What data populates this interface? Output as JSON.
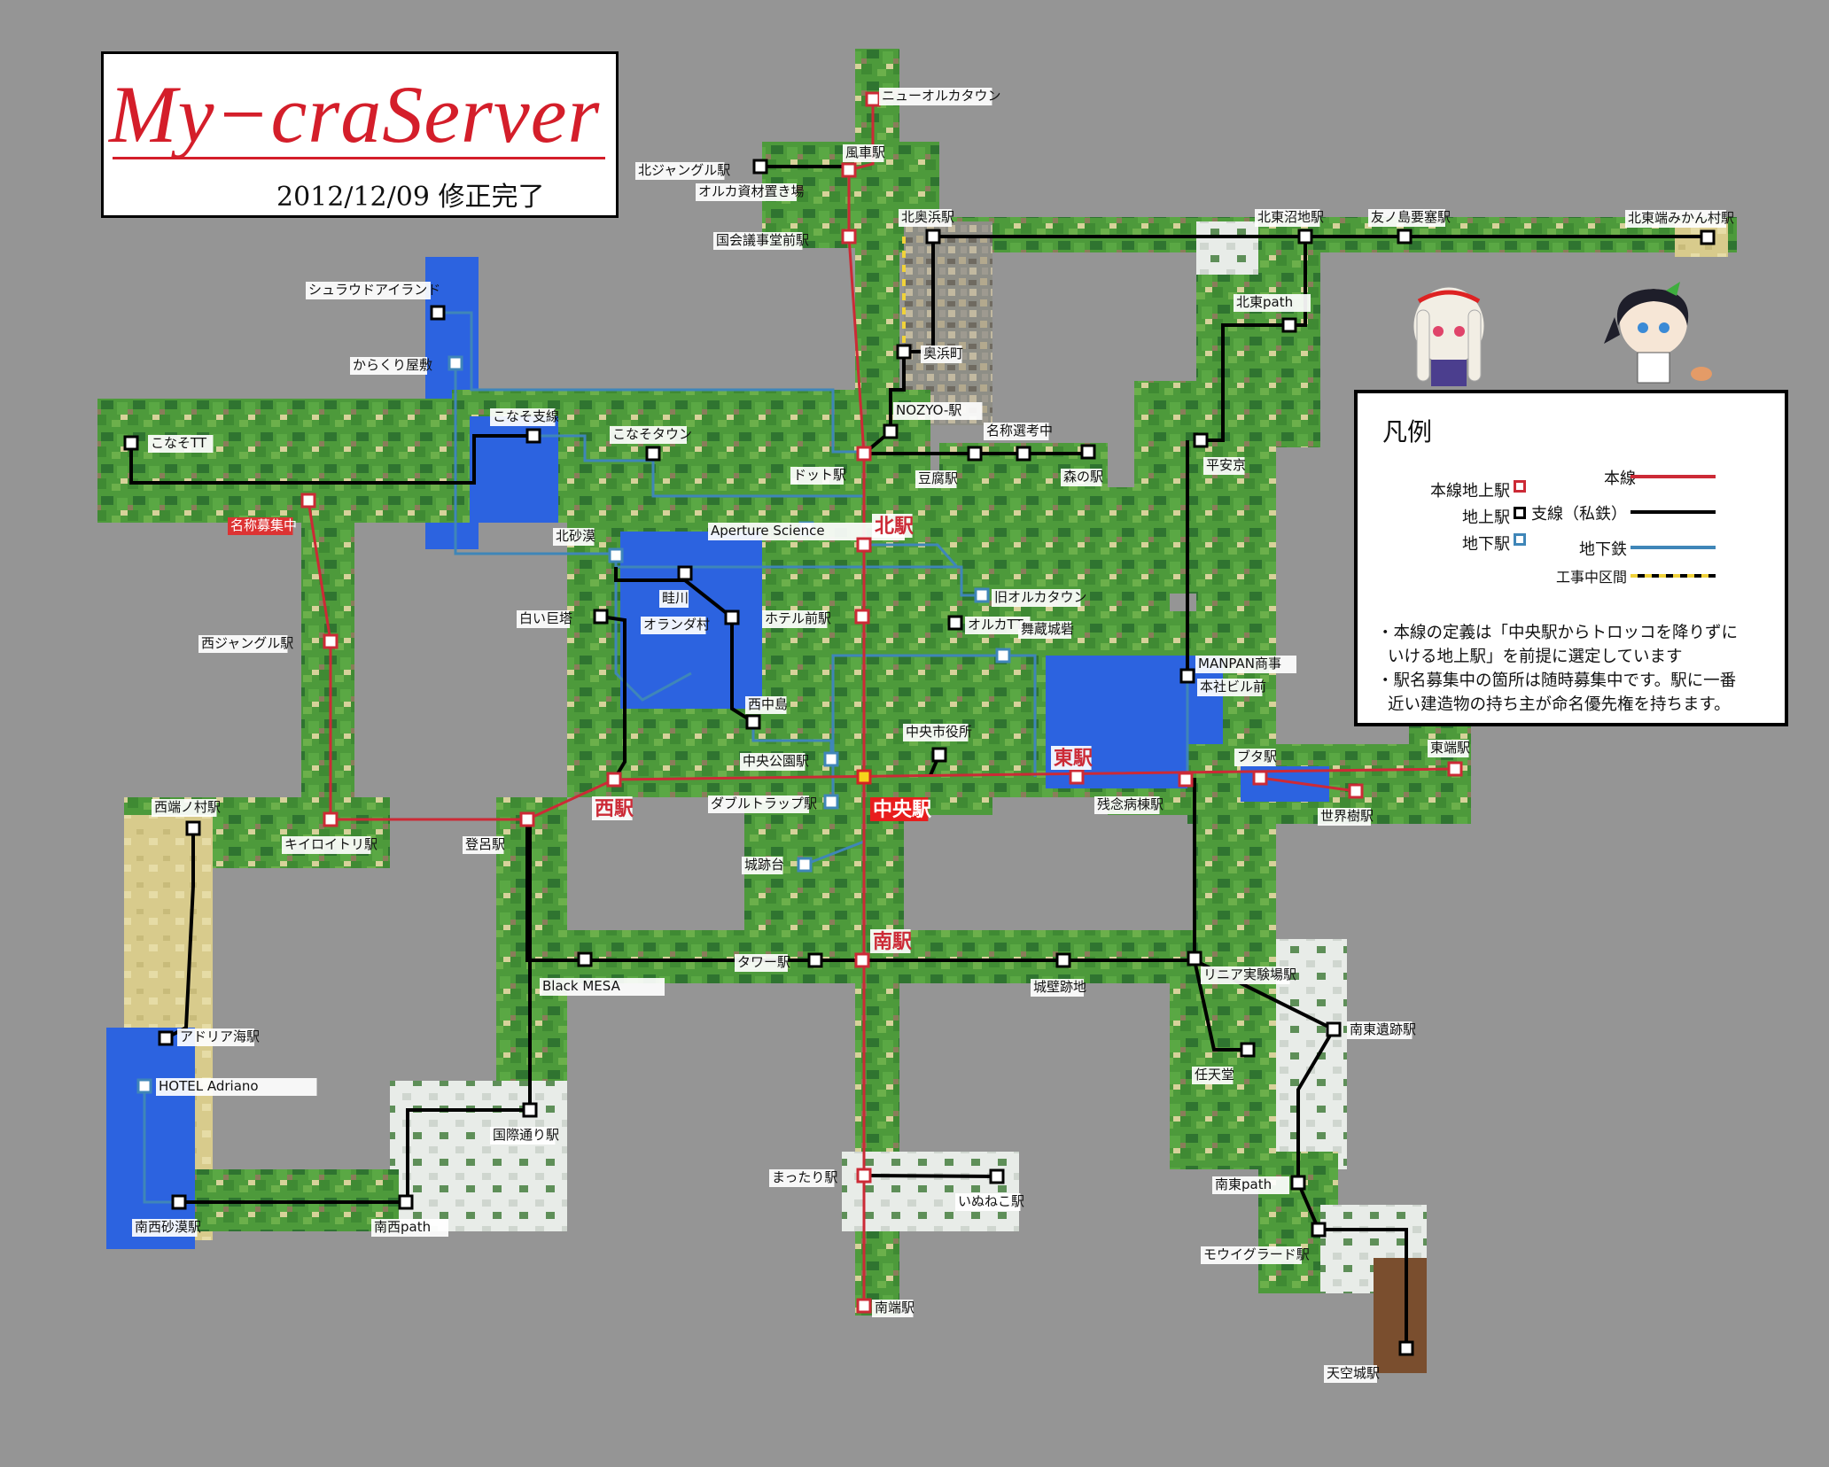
{
  "title": {
    "text": "My−craServer",
    "date": "2012/12/09 修正完了"
  },
  "colors": {
    "main_line": "#cc2a36",
    "branch_line": "#000000",
    "subway_line": "#3f86b8",
    "construction": "#f0d23a",
    "map_land": "#4e9a3a",
    "map_water": "#2c63e0",
    "map_sand": "#d8cb8c",
    "background": "#959595"
  },
  "legend": {
    "title": "凡例",
    "items": [
      {
        "label": "本線地上駅",
        "kind": "marker-main"
      },
      {
        "label": "地上駅",
        "kind": "marker-ground"
      },
      {
        "label": "地下駅",
        "kind": "marker-subway"
      },
      {
        "label": "本線",
        "kind": "line-main"
      },
      {
        "label": "支線（私鉄）",
        "kind": "line-branch"
      },
      {
        "label": "地下鉄",
        "kind": "line-subway"
      },
      {
        "label": "工事中区間",
        "kind": "line-construction"
      }
    ],
    "notes": [
      "・本線の定義は「中央駅からトロッコを降りずに",
      "いける地上駅」を前提に選定しています",
      "・駅名募集中の箇所は随時募集中です。駅に一番",
      "近い建造物の持ち主が命名優先権を持ちます。"
    ]
  },
  "stations": [
    {
      "name": "ニューオルカタウン",
      "type": "main"
    },
    {
      "name": "風車駅",
      "type": "main"
    },
    {
      "name": "北ジャングル駅",
      "type": "ground"
    },
    {
      "name": "オルカ資材置き場",
      "type": "ground"
    },
    {
      "name": "国会議事堂前駅",
      "type": "main"
    },
    {
      "name": "北奥浜駅",
      "type": "ground"
    },
    {
      "name": "奥浜町",
      "type": "ground"
    },
    {
      "name": "NOZYO-駅",
      "type": "ground"
    },
    {
      "name": "ドット駅",
      "type": "main"
    },
    {
      "name": "豆腐駅",
      "type": "ground"
    },
    {
      "name": "名称選考中",
      "type": "ground"
    },
    {
      "name": "森の駅",
      "type": "ground"
    },
    {
      "name": "北東沼地駅",
      "type": "ground"
    },
    {
      "name": "友ノ島要塞駅",
      "type": "ground"
    },
    {
      "name": "北東端みかん村駅",
      "type": "ground"
    },
    {
      "name": "北東path",
      "type": "ground"
    },
    {
      "name": "平安京",
      "type": "ground"
    },
    {
      "name": "シュラウドアイランド",
      "type": "ground"
    },
    {
      "name": "からくり屋敷",
      "type": "subway"
    },
    {
      "name": "こなそ支線",
      "type": "ground"
    },
    {
      "name": "こなそタウン",
      "type": "ground"
    },
    {
      "name": "こなそTT",
      "type": "ground"
    },
    {
      "name": "名称募集中",
      "type": "main"
    },
    {
      "name": "西ジャングル駅",
      "type": "main"
    },
    {
      "name": "北砂漠",
      "type": "subway"
    },
    {
      "name": "Aperture Science",
      "type": "subway"
    },
    {
      "name": "北駅",
      "type": "main-major"
    },
    {
      "name": "畦川",
      "type": "ground"
    },
    {
      "name": "白い巨塔",
      "type": "ground"
    },
    {
      "name": "オランダ村",
      "type": "ground"
    },
    {
      "name": "ホテル前駅",
      "type": "main"
    },
    {
      "name": "旧オルカタウン",
      "type": "subway"
    },
    {
      "name": "オルカTT",
      "type": "ground"
    },
    {
      "name": "舞蔵城砦",
      "type": "subway"
    },
    {
      "name": "MANPAN商事",
      "type": "ground"
    },
    {
      "name": "本社ビル前",
      "type": "ground"
    },
    {
      "name": "西中島",
      "type": "ground"
    },
    {
      "name": "中央市役所",
      "type": "ground"
    },
    {
      "name": "中央公園駅",
      "type": "subway"
    },
    {
      "name": "中央駅",
      "type": "central"
    },
    {
      "name": "ダブルトラップ駅",
      "type": "subway"
    },
    {
      "name": "西駅",
      "type": "main-major"
    },
    {
      "name": "東駅",
      "type": "main-major"
    },
    {
      "name": "ブタ駅",
      "type": "main"
    },
    {
      "name": "東端駅",
      "type": "main"
    },
    {
      "name": "世界樹駅",
      "type": "main"
    },
    {
      "name": "残念病棟駅",
      "type": "main"
    },
    {
      "name": "西端ノ村駅",
      "type": "ground"
    },
    {
      "name": "キイロイトリ駅",
      "type": "main"
    },
    {
      "name": "登呂駅",
      "type": "main"
    },
    {
      "name": "城跡台",
      "type": "subway"
    },
    {
      "name": "タワー駅",
      "type": "ground"
    },
    {
      "name": "南駅",
      "type": "main-major"
    },
    {
      "name": "Black MESA",
      "type": "ground"
    },
    {
      "name": "城壁跡地",
      "type": "ground"
    },
    {
      "name": "リニア実験場駅",
      "type": "ground"
    },
    {
      "name": "南東遺跡駅",
      "type": "ground"
    },
    {
      "name": "任天堂",
      "type": "ground"
    },
    {
      "name": "アドリア海駅",
      "type": "ground"
    },
    {
      "name": "HOTEL Adriano",
      "type": "subway"
    },
    {
      "name": "国際通り駅",
      "type": "ground"
    },
    {
      "name": "まったり駅",
      "type": "main"
    },
    {
      "name": "いぬねこ駅",
      "type": "ground"
    },
    {
      "name": "南東path",
      "type": "ground"
    },
    {
      "name": "モウイグラード駅",
      "type": "ground"
    },
    {
      "name": "南西砂漠駅",
      "type": "ground"
    },
    {
      "name": "南西path",
      "type": "ground"
    },
    {
      "name": "南端駅",
      "type": "main"
    },
    {
      "name": "天空城駅",
      "type": "ground"
    }
  ]
}
